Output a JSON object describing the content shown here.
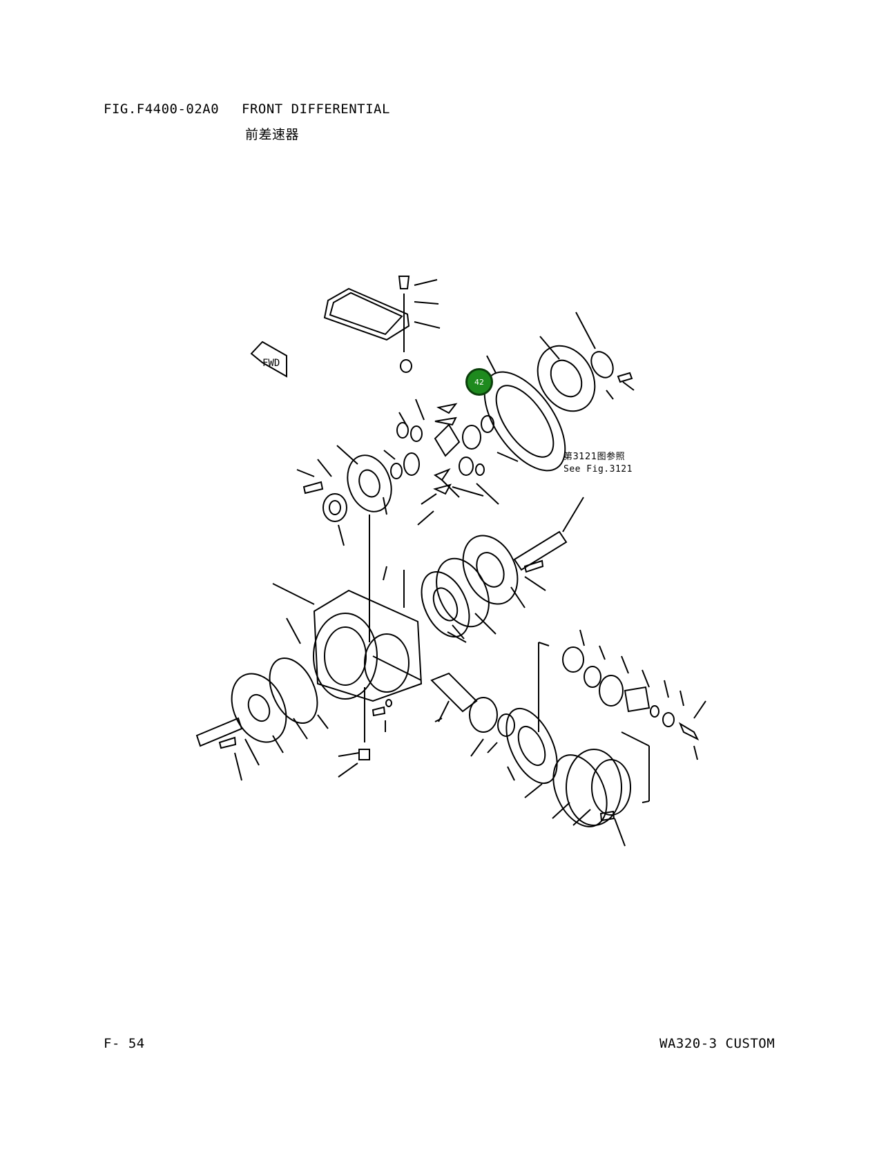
{
  "header": {
    "figure_id": "FIG.F4400-02A0",
    "title": "FRONT DIFFERENTIAL",
    "title_cn": "前差速器"
  },
  "reference": {
    "cn": "第3121图参照",
    "en": "See Fig.3121"
  },
  "callout": {
    "label": "42",
    "color": "#1e8a1e"
  },
  "fwd_label": "FWD",
  "footer": {
    "page": "F- 54",
    "model": "WA320-3 CUSTOM"
  }
}
